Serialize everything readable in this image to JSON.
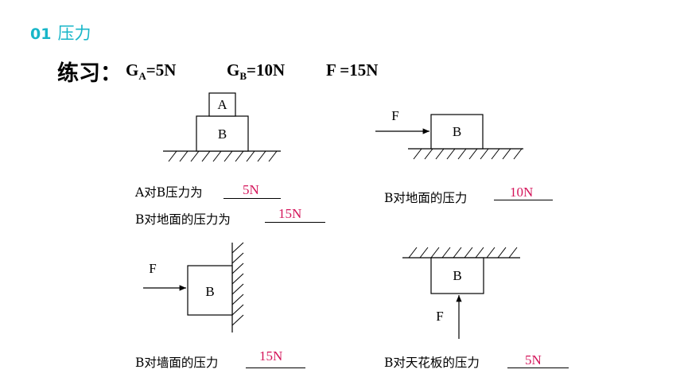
{
  "header": {
    "number": "01",
    "title": "压力"
  },
  "practice": {
    "label": "练习：",
    "ga": {
      "g": "G",
      "sub": "A",
      "val": "=5N"
    },
    "gb": {
      "g": "G",
      "sub": "B",
      "val": "=10N"
    },
    "f": "F =15N"
  },
  "labels": {
    "a": "A",
    "b": "B",
    "f": "F"
  },
  "q1": {
    "text1": "A对B压力为",
    "ans1": "5N",
    "text2": "B对地面的压力为",
    "ans2": "15N"
  },
  "q2": {
    "text": "B对地面的压力",
    "ans": "10N"
  },
  "q3": {
    "text": "B对墙面的压力",
    "ans": "15N"
  },
  "q4": {
    "text": "B对天花板的压力",
    "ans": "5N"
  },
  "colors": {
    "header": "#18b6c8",
    "answer": "#d4145a"
  }
}
